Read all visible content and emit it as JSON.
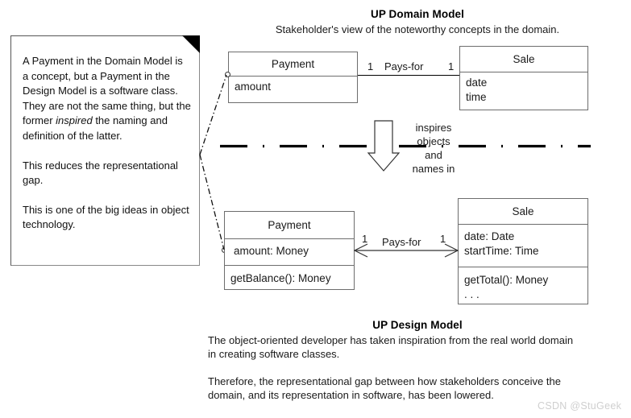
{
  "diagram": {
    "top_caption": {
      "title": "UP Domain Model",
      "subtitle": "Stakeholder's view of the noteworthy concepts in the domain."
    },
    "bottom_caption": {
      "title": "UP Design Model",
      "para1_line1": "The object-oriented developer has taken inspiration from the real world domain",
      "para1_line2": "in creating software classes.",
      "para2_line1": "Therefore, the representational gap between how stakeholders conceive the",
      "para2_line2": "domain, and its representation in software, has been lowered."
    },
    "note": {
      "para1_pre": "A Payment in the Domain Model is a concept, but a Payment in the Design Model is a software class. They are not the same thing, but the former ",
      "para1_em": "inspired",
      "para1_post": " the naming and definition of the latter.",
      "para2": "This reduces the representational gap.",
      "para3": "This is one of the big ideas in object technology."
    },
    "domain_model": {
      "payment": {
        "name": "Payment",
        "attributes": [
          "amount"
        ]
      },
      "sale": {
        "name": "Sale",
        "attributes": [
          "date",
          "time"
        ]
      },
      "association": {
        "label": "Pays-for",
        "left_multiplicity": "1",
        "right_multiplicity": "1"
      }
    },
    "design_model": {
      "payment": {
        "name": "Payment",
        "attributes": [
          "amount: Money"
        ],
        "operations": [
          "getBalance(): Money"
        ]
      },
      "sale": {
        "name": "Sale",
        "attributes": [
          "date: Date",
          "startTime: Time"
        ],
        "operations": [
          "getTotal(): Money",
          ". . ."
        ]
      },
      "association": {
        "label": "Pays-for",
        "left_multiplicity": "1",
        "right_multiplicity": "1"
      }
    },
    "separator": {
      "arrow_label": "inspires\nobjects\nand\nnames in"
    },
    "watermark": "CSDN @StuGeek",
    "colors": {
      "ink": "#000000",
      "box_border": "#6d6d6d",
      "watermark": "#cfcfcf"
    }
  }
}
